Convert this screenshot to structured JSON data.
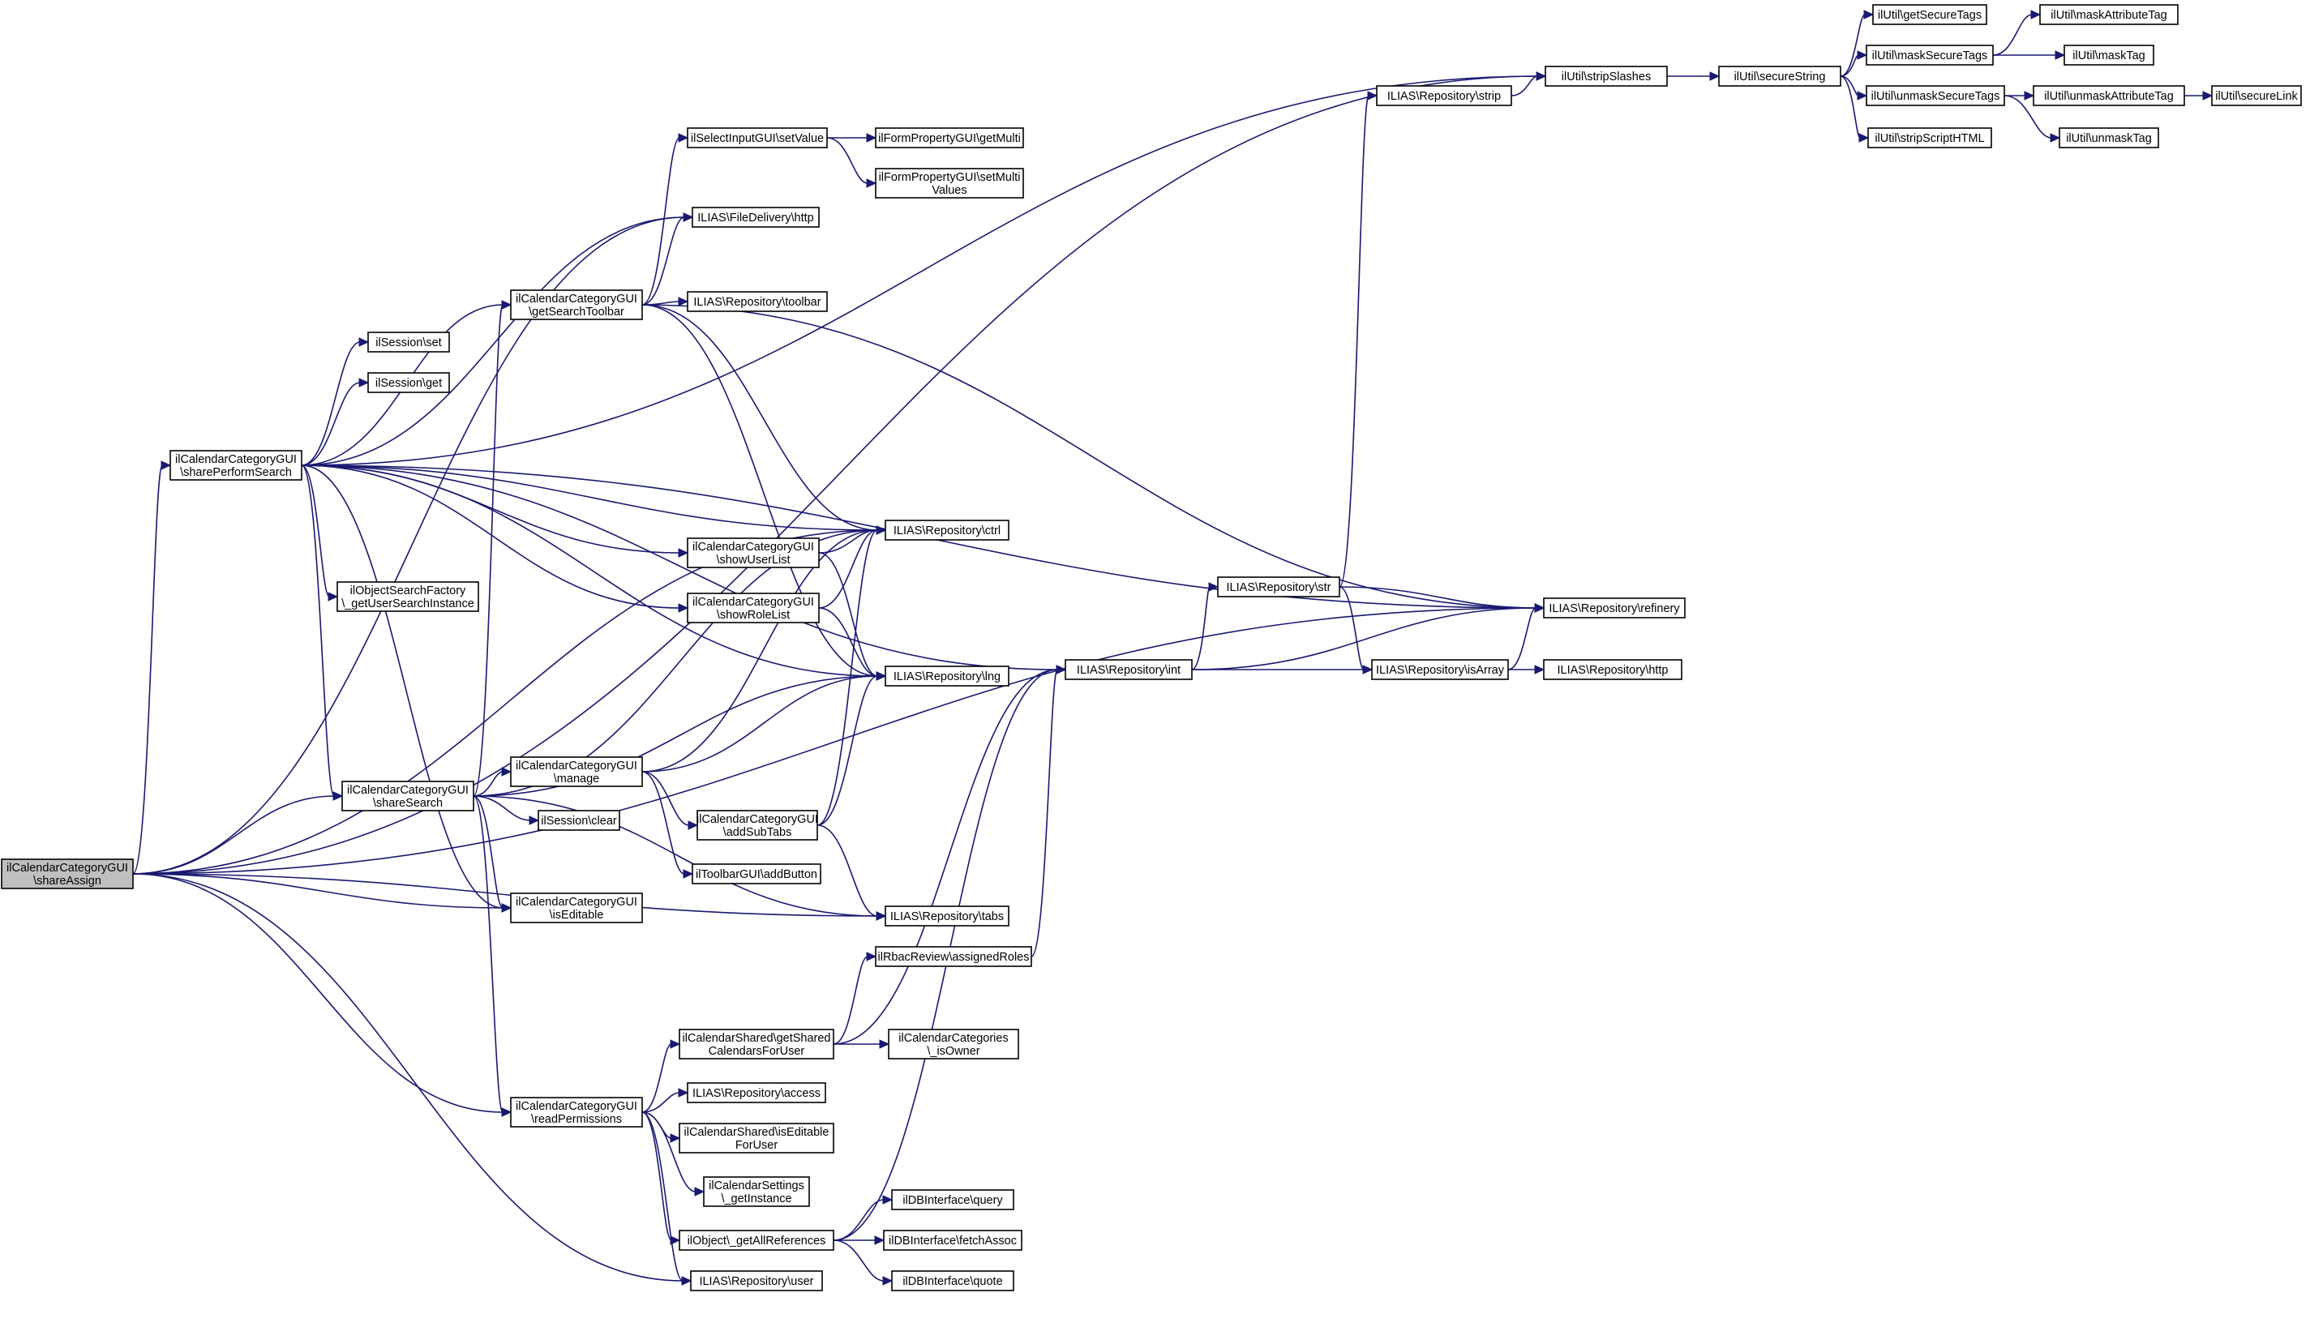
{
  "diagram": {
    "nodes": [
      {
        "id": "shareAssign",
        "label": [
          "ilCalendarCategoryGUI",
          "\\shareAssign"
        ],
        "highlighted": true
      },
      {
        "id": "sharePerformSearch",
        "label": [
          "ilCalendarCategoryGUI",
          "\\sharePerformSearch"
        ]
      },
      {
        "id": "shareSearch",
        "label": [
          "ilCalendarCategoryGUI",
          "\\shareSearch"
        ]
      },
      {
        "id": "isEditable",
        "label": [
          "ilCalendarCategoryGUI",
          "\\isEditable"
        ]
      },
      {
        "id": "readPermissions",
        "label": [
          "ilCalendarCategoryGUI",
          "\\readPermissions"
        ]
      },
      {
        "id": "sessionSet",
        "label": [
          "ilSession\\set"
        ]
      },
      {
        "id": "sessionGet",
        "label": [
          "ilSession\\get"
        ]
      },
      {
        "id": "getSearchToolbar",
        "label": [
          "ilCalendarCategoryGUI",
          "\\getSearchToolbar"
        ]
      },
      {
        "id": "objectSearchFactory",
        "label": [
          "ilObjectSearchFactory",
          "\\_getUserSearchInstance"
        ]
      },
      {
        "id": "manage",
        "label": [
          "ilCalendarCategoryGUI",
          "\\manage"
        ]
      },
      {
        "id": "sessionClear",
        "label": [
          "ilSession\\clear"
        ]
      },
      {
        "id": "selectInputSetValue",
        "label": [
          "ilSelectInputGUI\\setValue"
        ]
      },
      {
        "id": "fileDeliveryHttp",
        "label": [
          "ILIAS\\FileDelivery\\http"
        ]
      },
      {
        "id": "repoToolbar",
        "label": [
          "ILIAS\\Repository\\toolbar"
        ]
      },
      {
        "id": "showUserList",
        "label": [
          "ilCalendarCategoryGUI",
          "\\showUserList"
        ]
      },
      {
        "id": "showRoleList",
        "label": [
          "ilCalendarCategoryGUI",
          "\\showRoleList"
        ]
      },
      {
        "id": "addSubTabs",
        "label": [
          "ilCalendarCategoryGUI",
          "\\addSubTabs"
        ]
      },
      {
        "id": "toolbarAddButton",
        "label": [
          "ilToolbarGUI\\addButton"
        ]
      },
      {
        "id": "getSharedCalendars",
        "label": [
          "ilCalendarShared\\getShared",
          "CalendarsForUser"
        ]
      },
      {
        "id": "repoAccess",
        "label": [
          "ILIAS\\Repository\\access"
        ]
      },
      {
        "id": "isEditableForUser",
        "label": [
          "ilCalendarShared\\isEditable",
          "ForUser"
        ]
      },
      {
        "id": "calendarSettings",
        "label": [
          "ilCalendarSettings",
          "\\_getInstance"
        ]
      },
      {
        "id": "getAllReferences",
        "label": [
          "ilObject\\_getAllReferences"
        ]
      },
      {
        "id": "repoUser",
        "label": [
          "ILIAS\\Repository\\user"
        ]
      },
      {
        "id": "getMulti",
        "label": [
          "ilFormPropertyGUI\\getMulti"
        ]
      },
      {
        "id": "setMultiValues",
        "label": [
          "ilFormPropertyGUI\\setMulti",
          "Values"
        ]
      },
      {
        "id": "repoCtrl",
        "label": [
          "ILIAS\\Repository\\ctrl"
        ]
      },
      {
        "id": "repoLng",
        "label": [
          "ILIAS\\Repository\\lng"
        ]
      },
      {
        "id": "repoTabs",
        "label": [
          "ILIAS\\Repository\\tabs"
        ]
      },
      {
        "id": "assignedRoles",
        "label": [
          "ilRbacReview\\assignedRoles"
        ]
      },
      {
        "id": "calendarCategoriesIsOwner",
        "label": [
          "ilCalendarCategories",
          "\\_isOwner"
        ]
      },
      {
        "id": "dbQuery",
        "label": [
          "ilDBInterface\\query"
        ]
      },
      {
        "id": "dbFetchAssoc",
        "label": [
          "ilDBInterface\\fetchAssoc"
        ]
      },
      {
        "id": "dbQuote",
        "label": [
          "ilDBInterface\\quote"
        ]
      },
      {
        "id": "repoInt",
        "label": [
          "ILIAS\\Repository\\int"
        ]
      },
      {
        "id": "repoStrip",
        "label": [
          "ILIAS\\Repository\\strip"
        ]
      },
      {
        "id": "repoStr",
        "label": [
          "ILIAS\\Repository\\str"
        ]
      },
      {
        "id": "repoIsArray",
        "label": [
          "ILIAS\\Repository\\isArray"
        ]
      },
      {
        "id": "stripSlashes",
        "label": [
          "ilUtil\\stripSlashes"
        ]
      },
      {
        "id": "repoRefinery",
        "label": [
          "ILIAS\\Repository\\refinery"
        ]
      },
      {
        "id": "repoHttp",
        "label": [
          "ILIAS\\Repository\\http"
        ]
      },
      {
        "id": "secureString",
        "label": [
          "ilUtil\\secureString"
        ]
      },
      {
        "id": "getSecureTags",
        "label": [
          "ilUtil\\getSecureTags"
        ]
      },
      {
        "id": "maskSecureTags",
        "label": [
          "ilUtil\\maskSecureTags"
        ]
      },
      {
        "id": "unmaskSecureTags",
        "label": [
          "ilUtil\\unmaskSecureTags"
        ]
      },
      {
        "id": "stripScriptHTML",
        "label": [
          "ilUtil\\stripScriptHTML"
        ]
      },
      {
        "id": "maskAttributeTag",
        "label": [
          "ilUtil\\maskAttributeTag"
        ]
      },
      {
        "id": "maskTag",
        "label": [
          "ilUtil\\maskTag"
        ]
      },
      {
        "id": "unmaskAttributeTag",
        "label": [
          "ilUtil\\unmaskAttributeTag"
        ]
      },
      {
        "id": "unmaskTag",
        "label": [
          "ilUtil\\unmaskTag"
        ]
      },
      {
        "id": "secureLink",
        "label": [
          "ilUtil\\secureLink"
        ]
      }
    ],
    "edges": [
      [
        "shareAssign",
        "sharePerformSearch"
      ],
      [
        "shareAssign",
        "shareSearch"
      ],
      [
        "shareAssign",
        "isEditable"
      ],
      [
        "shareAssign",
        "readPermissions"
      ],
      [
        "shareAssign",
        "repoUser"
      ],
      [
        "shareAssign",
        "repoTabs"
      ],
      [
        "shareAssign",
        "repoRefinery"
      ],
      [
        "shareAssign",
        "fileDeliveryHttp"
      ],
      [
        "shareAssign",
        "repoCtrl"
      ],
      [
        "shareAssign",
        "stripSlashes"
      ],
      [
        "sharePerformSearch",
        "stripSlashes"
      ],
      [
        "sharePerformSearch",
        "fileDeliveryHttp"
      ],
      [
        "sharePerformSearch",
        "repoRefinery"
      ],
      [
        "sharePerformSearch",
        "getSearchToolbar"
      ],
      [
        "sharePerformSearch",
        "sessionSet"
      ],
      [
        "sharePerformSearch",
        "sessionGet"
      ],
      [
        "sharePerformSearch",
        "repoInt"
      ],
      [
        "sharePerformSearch",
        "repoCtrl"
      ],
      [
        "sharePerformSearch",
        "showUserList"
      ],
      [
        "sharePerformSearch",
        "showRoleList"
      ],
      [
        "sharePerformSearch",
        "objectSearchFactory"
      ],
      [
        "sharePerformSearch",
        "repoLng"
      ],
      [
        "sharePerformSearch",
        "shareSearch"
      ],
      [
        "sharePerformSearch",
        "isEditable"
      ],
      [
        "shareSearch",
        "getSearchToolbar"
      ],
      [
        "shareSearch",
        "repoCtrl"
      ],
      [
        "shareSearch",
        "repoLng"
      ],
      [
        "shareSearch",
        "manage"
      ],
      [
        "shareSearch",
        "sessionClear"
      ],
      [
        "shareSearch",
        "isEditable"
      ],
      [
        "shareSearch",
        "repoTabs"
      ],
      [
        "shareSearch",
        "readPermissions"
      ],
      [
        "getSearchToolbar",
        "repoRefinery"
      ],
      [
        "getSearchToolbar",
        "selectInputSetValue"
      ],
      [
        "getSearchToolbar",
        "fileDeliveryHttp"
      ],
      [
        "getSearchToolbar",
        "repoToolbar"
      ],
      [
        "getSearchToolbar",
        "repoCtrl"
      ],
      [
        "getSearchToolbar",
        "repoLng"
      ],
      [
        "selectInputSetValue",
        "getMulti"
      ],
      [
        "selectInputSetValue",
        "setMultiValues"
      ],
      [
        "showUserList",
        "repoCtrl"
      ],
      [
        "showUserList",
        "repoLng"
      ],
      [
        "showRoleList",
        "repoCtrl"
      ],
      [
        "showRoleList",
        "repoLng"
      ],
      [
        "manage",
        "repoCtrl"
      ],
      [
        "manage",
        "repoLng"
      ],
      [
        "manage",
        "addSubTabs"
      ],
      [
        "manage",
        "toolbarAddButton"
      ],
      [
        "addSubTabs",
        "repoCtrl"
      ],
      [
        "addSubTabs",
        "repoLng"
      ],
      [
        "addSubTabs",
        "repoTabs"
      ],
      [
        "readPermissions",
        "getSharedCalendars"
      ],
      [
        "readPermissions",
        "repoAccess"
      ],
      [
        "readPermissions",
        "isEditableForUser"
      ],
      [
        "readPermissions",
        "calendarSettings"
      ],
      [
        "readPermissions",
        "getAllReferences"
      ],
      [
        "readPermissions",
        "repoUser"
      ],
      [
        "getSharedCalendars",
        "assignedRoles"
      ],
      [
        "getSharedCalendars",
        "calendarCategoriesIsOwner"
      ],
      [
        "getSharedCalendars",
        "repoInt"
      ],
      [
        "assignedRoles",
        "repoInt"
      ],
      [
        "getAllReferences",
        "dbQuery"
      ],
      [
        "getAllReferences",
        "dbFetchAssoc"
      ],
      [
        "getAllReferences",
        "dbQuote"
      ],
      [
        "getAllReferences",
        "repoInt"
      ],
      [
        "repoInt",
        "repoStr"
      ],
      [
        "repoInt",
        "repoRefinery"
      ],
      [
        "repoInt",
        "repoIsArray"
      ],
      [
        "repoStr",
        "repoStrip"
      ],
      [
        "repoStr",
        "repoRefinery"
      ],
      [
        "repoStr",
        "repoIsArray"
      ],
      [
        "repoIsArray",
        "repoRefinery"
      ],
      [
        "repoIsArray",
        "repoHttp"
      ],
      [
        "repoStrip",
        "stripSlashes"
      ],
      [
        "stripSlashes",
        "secureString"
      ],
      [
        "secureString",
        "getSecureTags"
      ],
      [
        "secureString",
        "maskSecureTags"
      ],
      [
        "secureString",
        "unmaskSecureTags"
      ],
      [
        "secureString",
        "stripScriptHTML"
      ],
      [
        "maskSecureTags",
        "maskAttributeTag"
      ],
      [
        "maskSecureTags",
        "maskTag"
      ],
      [
        "unmaskSecureTags",
        "unmaskAttributeTag"
      ],
      [
        "unmaskSecureTags",
        "unmaskTag"
      ],
      [
        "unmaskAttributeTag",
        "secureLink"
      ]
    ]
  }
}
